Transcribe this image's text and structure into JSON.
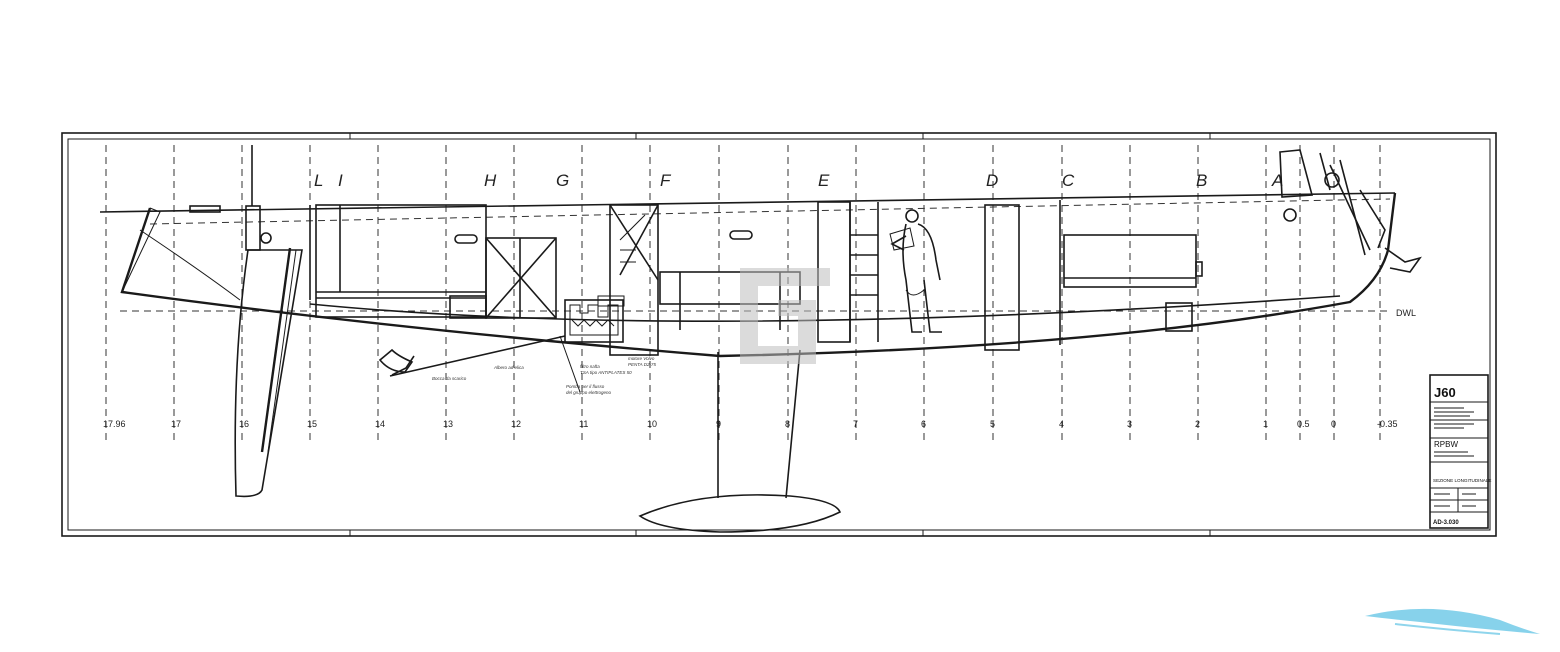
{
  "drawing": {
    "station_labels": [
      "17.96",
      "17",
      "16",
      "15",
      "14",
      "13",
      "12",
      "11",
      "10",
      "9",
      "8",
      "7",
      "6",
      "5",
      "4",
      "3",
      "2",
      "1",
      "0.5",
      "0",
      "-0.35"
    ],
    "section_letters": [
      "L",
      "I",
      "H",
      "G",
      "F",
      "E",
      "D",
      "C",
      "B",
      "A"
    ],
    "waterline_label": "DWL",
    "engine_notes": [
      "motore Volvo",
      "PENTA D2-75",
      "filtro nafta",
      "TSA tipo ANTIPLATES 50",
      "Albero ad elica",
      "Pomba per il flusso",
      "del gruppo elettrogeno",
      "Bocca da scarico"
    ]
  },
  "title_block": {
    "model": "J60",
    "designer": "RPBW",
    "title": "SEZIONE LONGITUDINALE",
    "drawing_number": "AD-3.030"
  },
  "colors": {
    "line": "#1a1a1a",
    "watermark": "#bdbdbd",
    "logo": "#5fc3e4"
  }
}
